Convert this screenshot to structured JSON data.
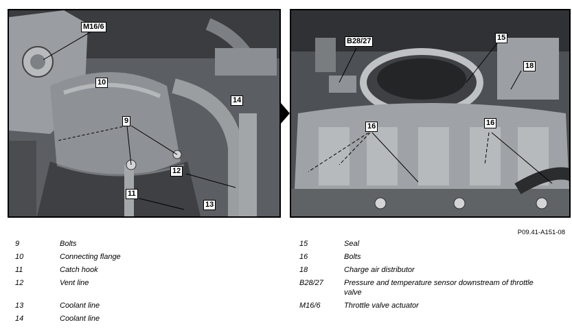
{
  "figure": {
    "id": "P09.41-A151-08",
    "callouts": {
      "m16_6": "M16/6",
      "n10": "10",
      "n9": "9",
      "n14": "14",
      "n12": "12",
      "n11": "11",
      "n13": "13",
      "b28_27": "B28/27",
      "n15": "15",
      "n18": "18",
      "n16a": "16",
      "n16b": "16"
    }
  },
  "legend": {
    "left": [
      {
        "num": "9",
        "text": "Bolts"
      },
      {
        "num": "10",
        "text": "Connecting flange"
      },
      {
        "num": "11",
        "text": "Catch hook"
      },
      {
        "num": "12",
        "text": "Vent line"
      },
      {
        "num": "13",
        "text": "Coolant line"
      },
      {
        "num": "14",
        "text": "Coolant line"
      }
    ],
    "right": [
      {
        "num": "15",
        "text": "Seal"
      },
      {
        "num": "16",
        "text": "Bolts"
      },
      {
        "num": "18",
        "text": "Charge air distributor"
      },
      {
        "num": "B28/27",
        "text": "Pressure and temperature sensor downstream of throttle",
        "text2": "valve"
      },
      {
        "num": "M16/6",
        "text": "Throttle valve actuator"
      }
    ]
  }
}
